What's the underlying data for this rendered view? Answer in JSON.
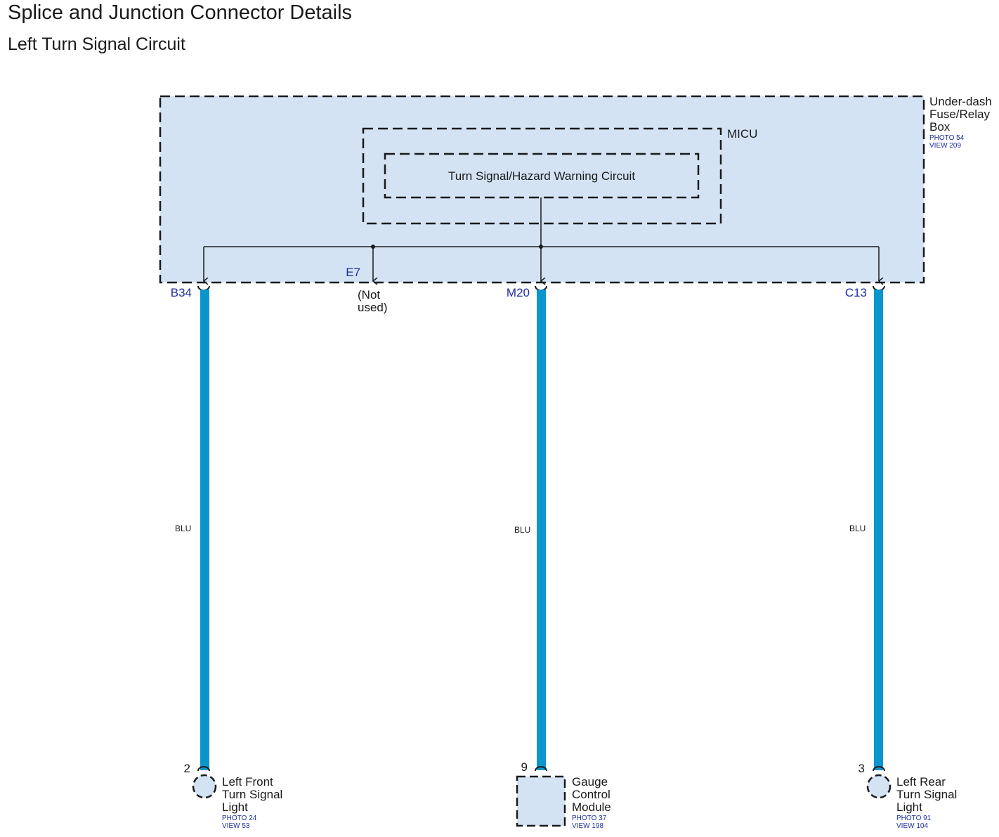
{
  "header": {
    "title": "Splice and Junction Connector Details",
    "subtitle": "Left Turn Signal Circuit"
  },
  "fuse_box": {
    "name_lines": [
      "Under-dash",
      "Fuse/Relay",
      "Box"
    ],
    "photo": "PHOTO 54",
    "view": "VIEW 209"
  },
  "micu": {
    "label": "MICU"
  },
  "circuit": {
    "label": "Turn Signal/Hazard Warning Circuit"
  },
  "connectors": [
    {
      "id": "B34",
      "note": []
    },
    {
      "id": "E7",
      "note": [
        "(Not",
        "used)"
      ]
    },
    {
      "id": "M20",
      "note": []
    },
    {
      "id": "C13",
      "note": []
    }
  ],
  "wires": [
    {
      "color_code": "BLU"
    },
    {
      "color_code": "BLU"
    },
    {
      "color_code": "BLU"
    }
  ],
  "components": [
    {
      "pin": "2",
      "name_lines": [
        "Left Front",
        "Turn Signal",
        "Light"
      ],
      "photo": "PHOTO 24",
      "view": "VIEW 53"
    },
    {
      "pin": "9",
      "name_lines": [
        "Gauge",
        "Control",
        "Module"
      ],
      "photo": "PHOTO 37",
      "view": "VIEW 198"
    },
    {
      "pin": "3",
      "name_lines": [
        "Left Rear",
        "Turn Signal",
        "Light"
      ],
      "photo": "PHOTO 91",
      "view": "VIEW 104"
    }
  ],
  "colors": {
    "box_fill": "#d3e3f4",
    "wire_blue": "#0a96cc",
    "connector_text": "#1f2fa0"
  }
}
